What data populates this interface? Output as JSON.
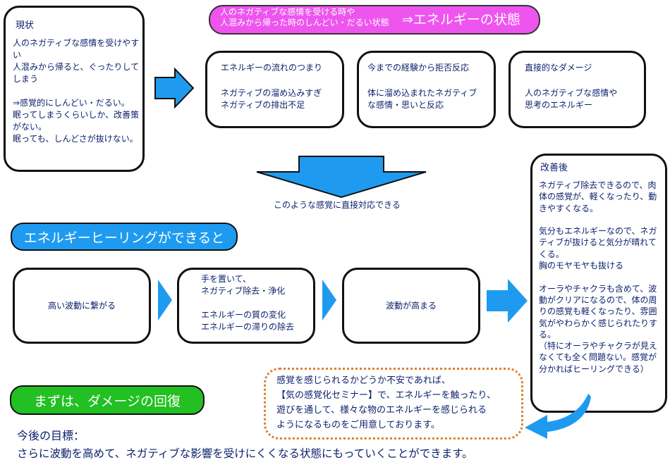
{
  "genjo": {
    "title": "現状",
    "body": "人のネガティブな感情を受けやすい\n人混みから帰ると、ぐったりしてしまう\n\n⇒感覚的にしんどい・だるい。\n眠ってしまうくらいしか、改善策がない。\n眠っても、しんどさが抜けない。"
  },
  "header": {
    "small": "人のネガティブな感情を受ける時や\n人混みから帰った時のしんどい・だるい状態",
    "large": "⇒エネルギーの状態"
  },
  "states": [
    {
      "title": "エネルギーの流れのつまり",
      "body": "ネガティブの溜め込みすぎ\nネガティブの排出不足"
    },
    {
      "title": "今までの経験から拒否反応",
      "body": "体に溜め込まれたネガティブな感情・思いと反応"
    },
    {
      "title": "直接的なダメージ",
      "body": "人のネガティブな感情や\n思考のエネルギー"
    }
  ],
  "down_arrow_caption": "このような感覚に直接対応できる",
  "healing_banner": "エネルギーヒーリングができると",
  "steps": [
    "高い波動に繋がる",
    "手を置いて、\nネガティブ除去・浄化\n\nエネルギーの質の変化\nエネルギーの滞りの除去",
    "波動が高まる"
  ],
  "kaizen": {
    "title": "改善後",
    "body": "ネガティブ除去できるので、肉体の感覚が、軽くなったり、動きやすくなる。\n\n気分もエネルギーなので、ネガティブが抜けると気分が晴れてくる。\n胸のモヤモヤも抜ける\n\nオーラやチャクラも含めて、波動がクリアになるので、体の周りの感覚も軽くなったり、雰囲気がやわらかく感じられたりする。\n（特にオーラやチャクラが見えなくても全く問題ない。感覚が分かればヒーリングできる）"
  },
  "seminar": "感覚を感じられるかどうか不安であれば、\n【気の感覚化セミナー】で、エネルギーを触ったり、\n遊びを通して、様々な物のエネルギーを感じられる\nようになるものをご用意しております。",
  "damage_banner": "まずは、ダメージの回復",
  "goal": {
    "title": "今後の目標：",
    "body": "さらに波動を高めて、ネガティブな影響を受けにくくなる状態にもっていくことができます。"
  },
  "colors": {
    "blue": "#1e9bf0",
    "magenta": "#ee55ee",
    "green": "#22c022",
    "text": "#0a1f6b",
    "dotted": "#e08030"
  }
}
